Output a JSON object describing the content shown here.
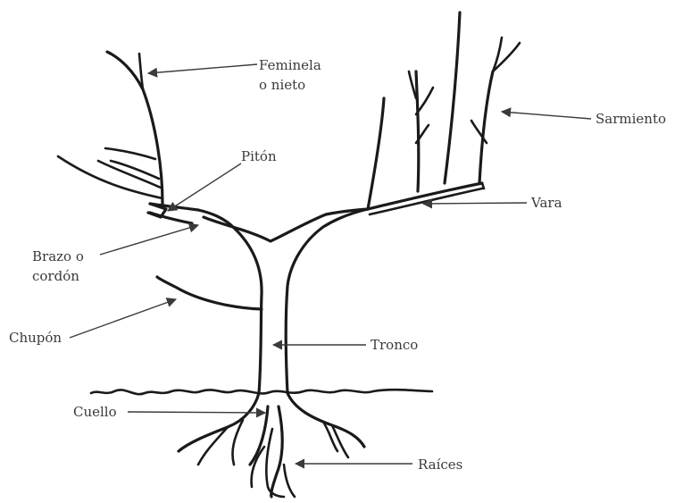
{
  "labels": {
    "feminela_line1": "Feminela",
    "feminela_line2": "o nieto",
    "piton": "Pitón",
    "sarmiento": "Sarmiento",
    "vara": "Vara",
    "brazo_line1": "Brazo o",
    "brazo_line2": "cordón",
    "chupon": "Chupón",
    "tronco": "Tronco",
    "cuello": "Cuello",
    "raices": "Raíces"
  }
}
